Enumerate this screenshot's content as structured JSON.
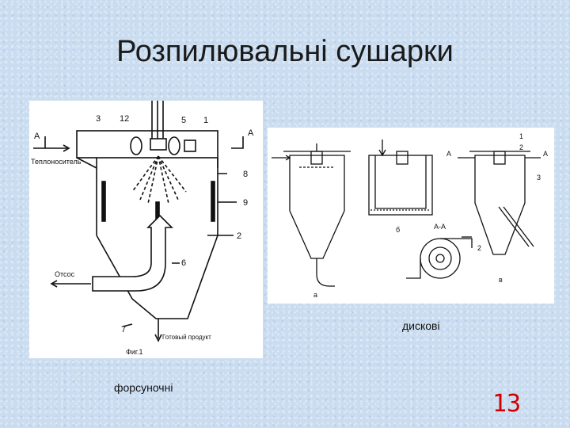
{
  "slide": {
    "title": "Розпилювальні сушарки",
    "page_number": "13",
    "accent_color": "#d40000"
  },
  "left_figure": {
    "caption": "форсуночні",
    "labels": {
      "n3": "3",
      "n12": "12",
      "n5": "5",
      "n1": "1",
      "a_left": "A",
      "a_right": "A",
      "heat_carrier": "Теплоноситель",
      "n8": "8",
      "n9": "9",
      "n2": "2",
      "n6": "6",
      "n7": "7",
      "exhaust": "Отсос",
      "product": "Готовый продукт",
      "fig": "Фиг.1"
    }
  },
  "right_figure": {
    "caption": "дискові",
    "labels": {
      "a": "а",
      "b": "б",
      "v": "в",
      "section": "А-А",
      "a_left": "А",
      "a_right": "А",
      "n1": "1",
      "n2": "2",
      "n3": "3",
      "n2b": "2"
    }
  }
}
